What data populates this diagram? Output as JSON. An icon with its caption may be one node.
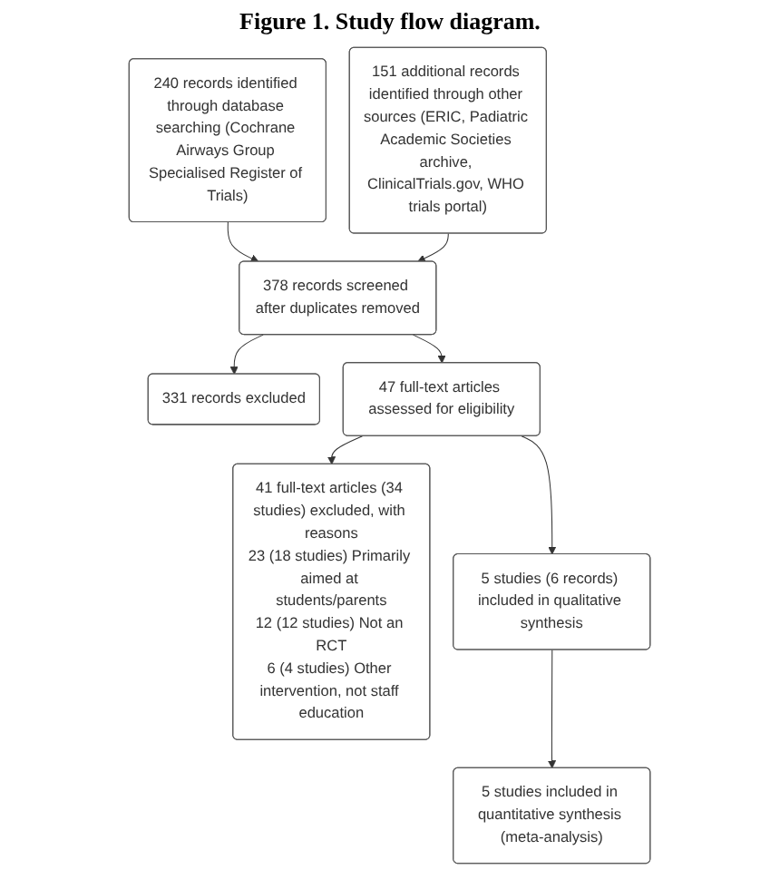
{
  "diagram": {
    "title": "Figure 1. Study flow diagram.",
    "nodes": [
      {
        "text": [
          "240 records identified through database searching (Cochrane Airways Group Specialised Register of Trials)"
        ]
      },
      {
        "text": [
          "151 additional records identified through other sources (ERIC, Padiatric Academic Societies archive, ClinicalTrials.gov, WHO trials portal)"
        ]
      },
      {
        "text": [
          "378 records screened after duplicates removed"
        ]
      },
      {
        "text": [
          "331 records excluded"
        ]
      },
      {
        "text": [
          "47 full-text articles assessed for eligibility"
        ]
      },
      {
        "text": [
          "41 full-text articles (34 studies) excluded, with reasons",
          "23 (18 studies) Primarily aimed at students/parents",
          "12 (12 studies) Not an RCT",
          "6 (4 studies) Other intervention, not staff education"
        ]
      },
      {
        "text": [
          "5 studies (6 records) included in qualitative synthesis"
        ]
      },
      {
        "text": [
          "5 studies included in quantitative synthesis (meta-analysis)"
        ]
      }
    ],
    "edges": [
      {
        "from": 0,
        "to": 2,
        "arrow": "to"
      },
      {
        "from": 1,
        "to": 2,
        "arrow": "to"
      },
      {
        "from": 2,
        "to": 3,
        "arrow": "to"
      },
      {
        "from": 2,
        "to": 4,
        "arrow": "to"
      },
      {
        "from": 4,
        "to": 5,
        "arrow": "to"
      },
      {
        "from": 4,
        "to": 6,
        "arrow": "to"
      },
      {
        "from": 6,
        "to": 7,
        "arrow": "to"
      }
    ]
  }
}
